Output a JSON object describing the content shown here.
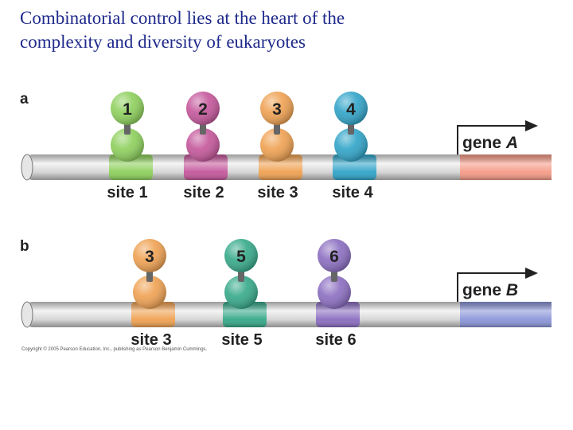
{
  "slide": {
    "title_line1": "Combinatorial control lies at the heart of the",
    "title_line2": "complexity and diversity of eukaryotes"
  },
  "panel_a": {
    "label": "a",
    "gene_prefix": "gene",
    "gene_letter": "A",
    "proteins": [
      {
        "number": "1",
        "color": "#8ccf5a"
      },
      {
        "number": "2",
        "color": "#c4559a"
      },
      {
        "number": "3",
        "color": "#efa050"
      },
      {
        "number": "4",
        "color": "#2ea3c8"
      }
    ],
    "sites": [
      "site 1",
      "site 2",
      "site 3",
      "site 4"
    ],
    "gene_color": "#f59a86"
  },
  "panel_b": {
    "label": "b",
    "gene_prefix": "gene",
    "gene_letter": "B",
    "proteins": [
      {
        "number": "3",
        "color": "#efa050"
      },
      {
        "number": "5",
        "color": "#34a888"
      },
      {
        "number": "6",
        "color": "#8a6cc0"
      }
    ],
    "sites": [
      "site 3",
      "site 5",
      "site 6"
    ],
    "gene_color": "#8a95d8"
  },
  "footer": {
    "copyright": "Copyright © 2005 Pearson Education, Inc., publishing as Pearson Benjamin Cummings."
  }
}
